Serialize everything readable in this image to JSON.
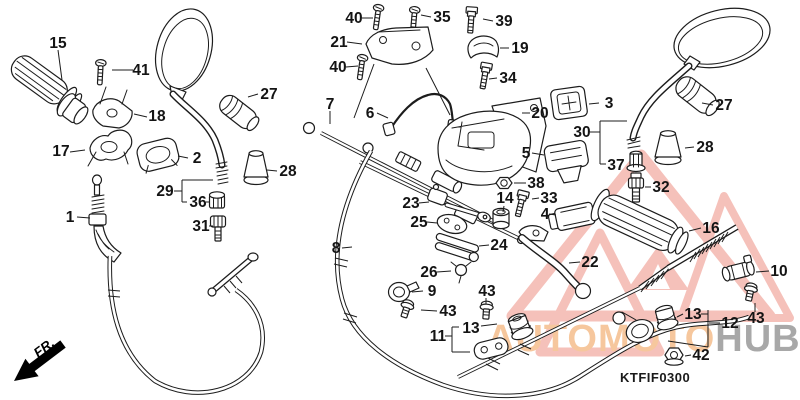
{
  "diagram": {
    "code": "KTFIF0300",
    "direction_label": "FR.",
    "watermark": {
      "text_left": "AUTOMOTO",
      "text_right": "HUB",
      "accent_color": "#ec8578",
      "text_left_color": "#f6c79d",
      "text_right_color": "#a8a8a8"
    },
    "labels": [
      "15",
      "41",
      "18",
      "17",
      "2",
      "27",
      "28",
      "29",
      "36",
      "31",
      "1",
      "40",
      "35",
      "39",
      "21",
      "40",
      "19",
      "34",
      "7",
      "6",
      "3",
      "20",
      "30",
      "5",
      "37",
      "27",
      "28",
      "32",
      "38",
      "33",
      "14",
      "4",
      "23",
      "25",
      "24",
      "16",
      "22",
      "8",
      "26",
      "9",
      "43",
      "43",
      "13",
      "11",
      "10",
      "43",
      "13",
      "12",
      "42"
    ]
  }
}
